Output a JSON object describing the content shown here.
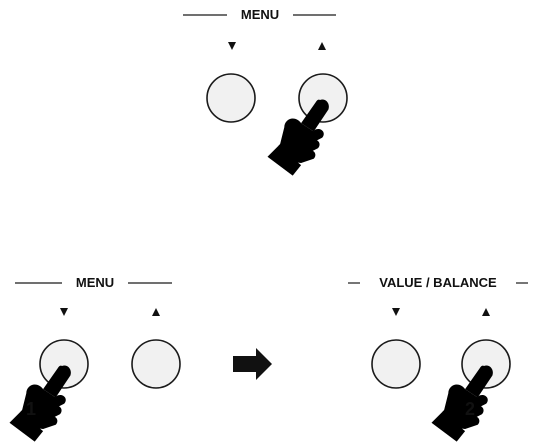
{
  "top_group": {
    "label": "MENU",
    "down_icon": "triangle-down",
    "up_icon": "triangle-up"
  },
  "bottom_left_group": {
    "label": "MENU",
    "down_icon": "triangle-down",
    "up_icon": "triangle-up",
    "step_number": "1"
  },
  "bottom_right_group": {
    "label": "VALUE / BALANCE",
    "down_icon": "triangle-down",
    "up_icon": "triangle-up",
    "step_number": "2"
  },
  "arrow_icon": "right-arrow"
}
